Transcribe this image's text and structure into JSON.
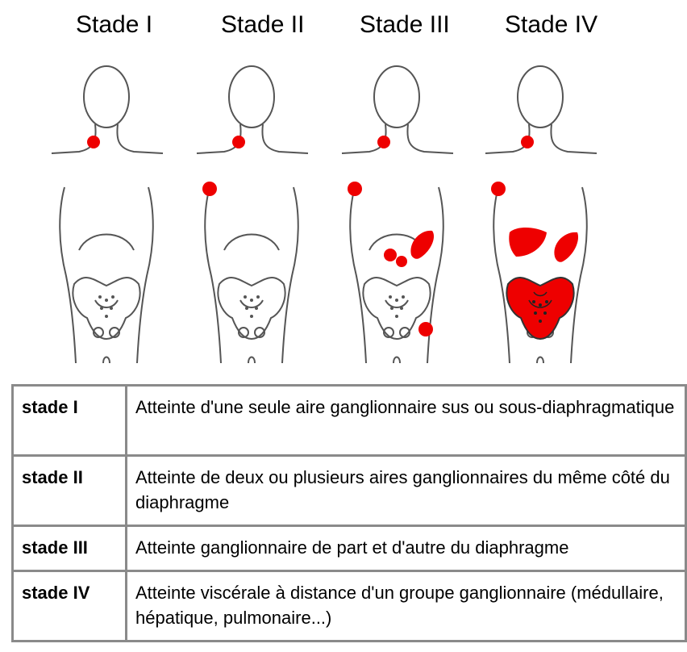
{
  "figures": {
    "titles": [
      "Stade I",
      "Stade II",
      "Stade III",
      "Stade IV"
    ],
    "node_color": "#ee0000",
    "line_color": "#555555",
    "icons": [
      "head-neck-icon",
      "torso-pelvis-icon",
      "lymph-node-icon",
      "liver-icon",
      "spleen-icon",
      "pelvic-bone-icon"
    ]
  },
  "table": {
    "rows": [
      {
        "stage": "stade I",
        "description": "Atteinte d'une seule aire ganglionnaire sus ou sous-diaphragmatique"
      },
      {
        "stage": "stade II",
        "description": "Atteinte de deux ou plusieurs aires ganglionnaires du même côté du diaphragme"
      },
      {
        "stage": "stade III",
        "description": "Atteinte ganglionnaire de part et d'autre du diaphragme"
      },
      {
        "stage": "stade IV",
        "description": "Atteinte viscérale à distance d'un groupe ganglionnaire (médullaire, hépatique, pulmonaire...)"
      }
    ]
  }
}
